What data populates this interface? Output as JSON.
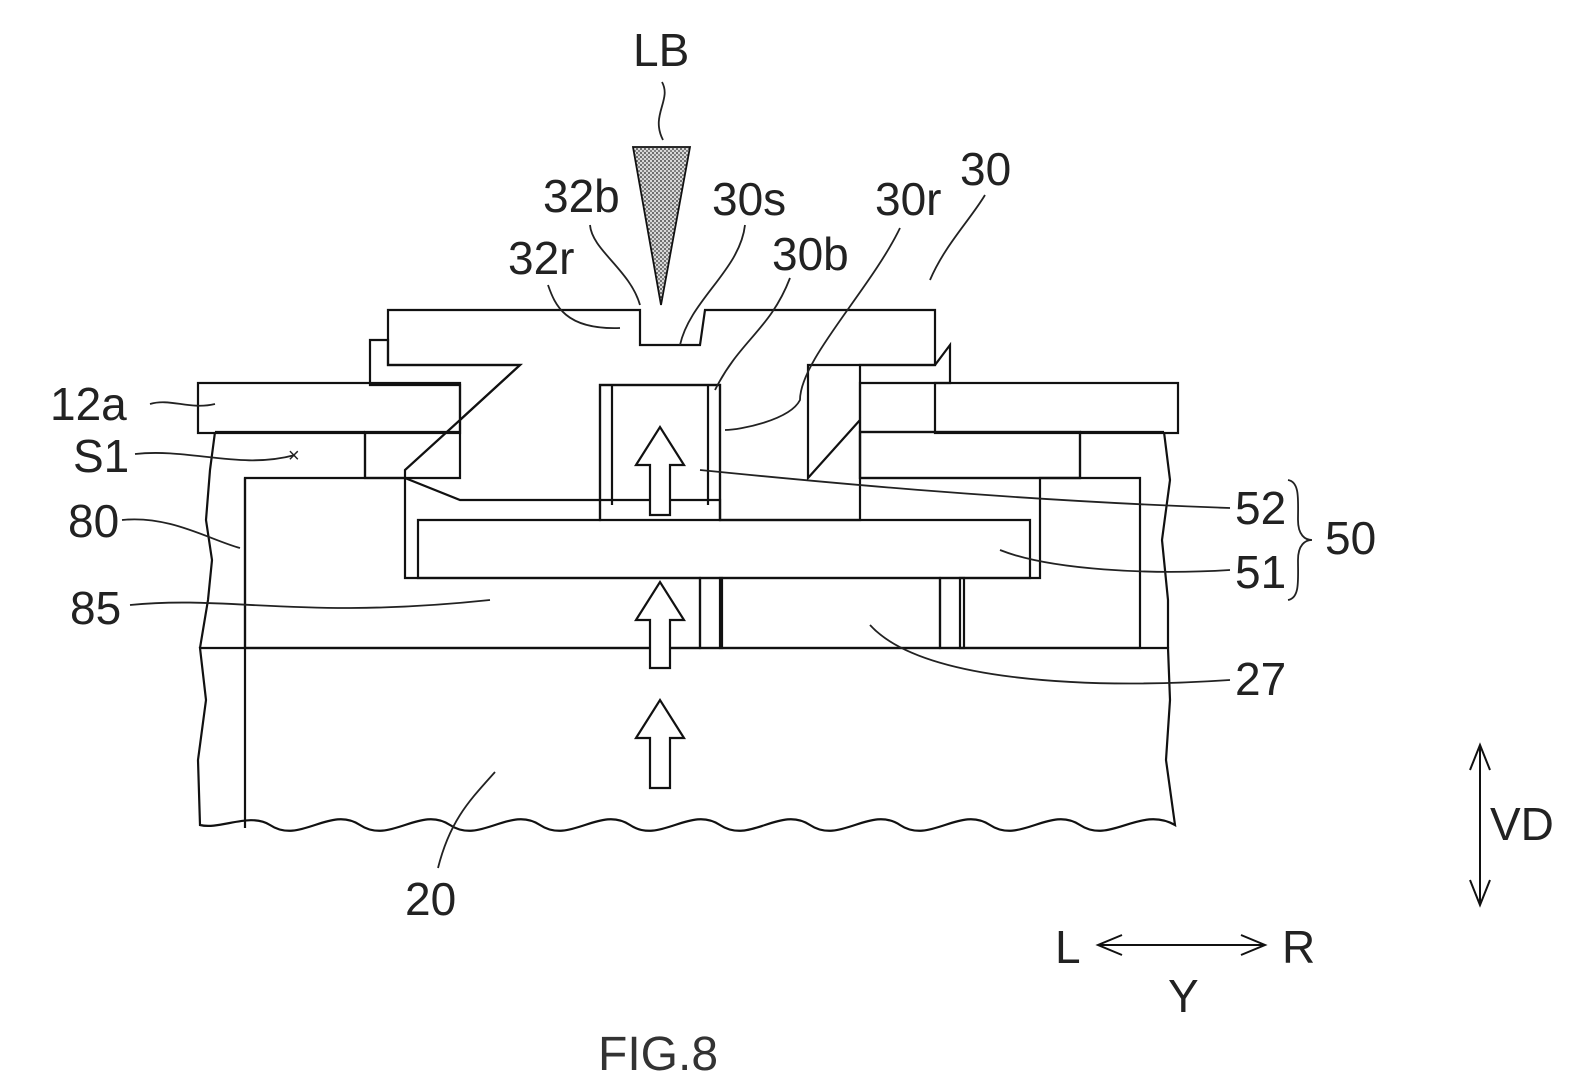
{
  "figure": {
    "caption": "FIG.8",
    "laser_beam": "LB"
  },
  "labels": {
    "l30": "30",
    "l30r": "30r",
    "l30s": "30s",
    "l30b": "30b",
    "l32b": "32b",
    "l32r": "32r",
    "l12a": "12a",
    "lS1": "S1",
    "l80": "80",
    "l85": "85",
    "l52": "52",
    "l51": "51",
    "l50": "50",
    "l27": "27",
    "l20": "20"
  },
  "axes": {
    "vertical": "VD",
    "left": "L",
    "right": "R",
    "horizontal": "Y"
  }
}
